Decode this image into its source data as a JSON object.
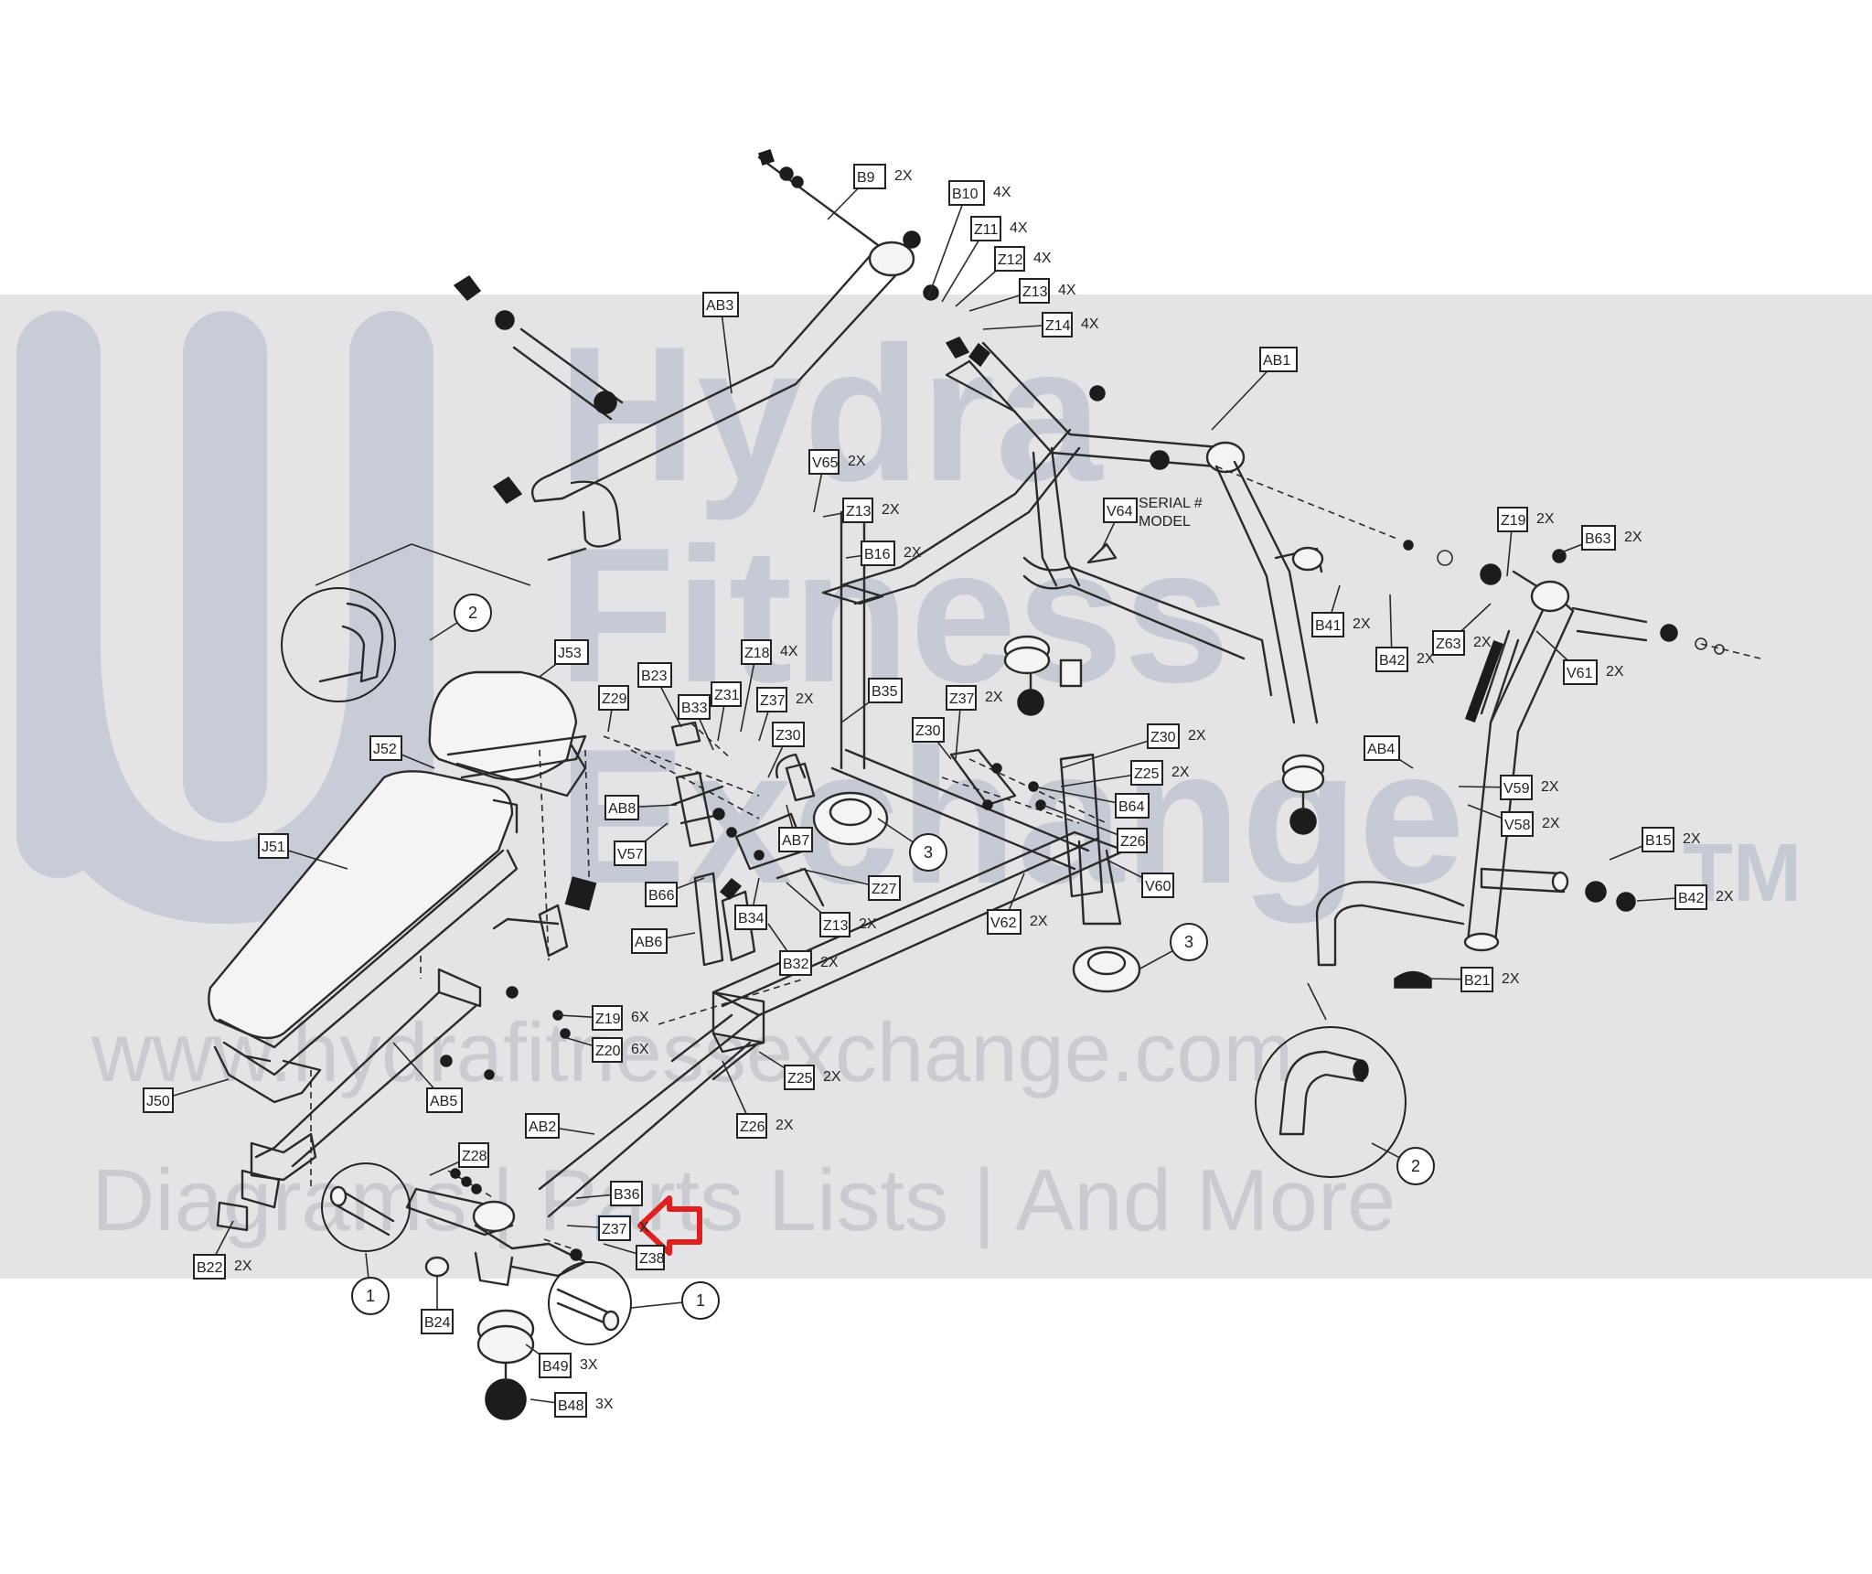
{
  "watermark": {
    "line1": "Hydra",
    "line2": "Fitness",
    "line3": "Exchange",
    "trademark": "TM",
    "url": "www.hydrafitnessexchange.com",
    "tagline": "Diagrams | Parts Lists | And More"
  },
  "serial_plate": {
    "line1": "SERIAL #",
    "line2": "MODEL"
  },
  "callouts": [
    {
      "id": "B9",
      "qty": "2X"
    },
    {
      "id": "B10",
      "qty": "4X"
    },
    {
      "id": "Z11",
      "qty": "4X"
    },
    {
      "id": "Z12",
      "qty": "4X"
    },
    {
      "id": "Z13",
      "qty": "4X"
    },
    {
      "id": "Z14",
      "qty": "4X"
    },
    {
      "id": "AB3",
      "qty": ""
    },
    {
      "id": "AB1",
      "qty": ""
    },
    {
      "id": "V65",
      "qty": "2X"
    },
    {
      "id": "Z13",
      "qty": "2X"
    },
    {
      "id": "B16",
      "qty": "2X"
    },
    {
      "id": "V64",
      "qty": ""
    },
    {
      "id": "Z19",
      "qty": "2X"
    },
    {
      "id": "B63",
      "qty": "2X"
    },
    {
      "id": "B41",
      "qty": "2X"
    },
    {
      "id": "B42",
      "qty": "2X"
    },
    {
      "id": "Z63",
      "qty": "2X"
    },
    {
      "id": "V61",
      "qty": "2X"
    },
    {
      "id": "J53",
      "qty": ""
    },
    {
      "id": "B23",
      "qty": ""
    },
    {
      "id": "Z18",
      "qty": "4X"
    },
    {
      "id": "Z29",
      "qty": ""
    },
    {
      "id": "B33",
      "qty": ""
    },
    {
      "id": "Z31",
      "qty": ""
    },
    {
      "id": "Z37",
      "qty": "2X"
    },
    {
      "id": "B35",
      "qty": ""
    },
    {
      "id": "Z37",
      "qty": "2X"
    },
    {
      "id": "J52",
      "qty": ""
    },
    {
      "id": "Z30",
      "qty": ""
    },
    {
      "id": "Z30",
      "qty": ""
    },
    {
      "id": "Z30",
      "qty": "2X"
    },
    {
      "id": "Z25",
      "qty": "2X"
    },
    {
      "id": "AB4",
      "qty": ""
    },
    {
      "id": "V59",
      "qty": "2X"
    },
    {
      "id": "V58",
      "qty": "2X"
    },
    {
      "id": "AB8",
      "qty": ""
    },
    {
      "id": "AB7",
      "qty": ""
    },
    {
      "id": "B64",
      "qty": ""
    },
    {
      "id": "Z26",
      "qty": ""
    },
    {
      "id": "J51",
      "qty": ""
    },
    {
      "id": "V57",
      "qty": ""
    },
    {
      "id": "B15",
      "qty": "2X"
    },
    {
      "id": "V60",
      "qty": ""
    },
    {
      "id": "B66",
      "qty": ""
    },
    {
      "id": "Z27",
      "qty": ""
    },
    {
      "id": "B42",
      "qty": "2X"
    },
    {
      "id": "B34",
      "qty": ""
    },
    {
      "id": "Z13",
      "qty": "2X"
    },
    {
      "id": "V62",
      "qty": "2X"
    },
    {
      "id": "AB6",
      "qty": ""
    },
    {
      "id": "B32",
      "qty": "2X"
    },
    {
      "id": "B21",
      "qty": "2X"
    },
    {
      "id": "Z19",
      "qty": "6X"
    },
    {
      "id": "Z20",
      "qty": "6X"
    },
    {
      "id": "Z25",
      "qty": "2X"
    },
    {
      "id": "J50",
      "qty": ""
    },
    {
      "id": "AB5",
      "qty": ""
    },
    {
      "id": "Z26",
      "qty": "2X"
    },
    {
      "id": "AB2",
      "qty": ""
    },
    {
      "id": "Z28",
      "qty": ""
    },
    {
      "id": "B36",
      "qty": ""
    },
    {
      "id": "Z37",
      "qty": "X"
    },
    {
      "id": "Z38",
      "qty": ""
    },
    {
      "id": "B22",
      "qty": "2X"
    },
    {
      "id": "B24",
      "qty": ""
    },
    {
      "id": "B49",
      "qty": "3X"
    },
    {
      "id": "B48",
      "qty": "3X"
    }
  ],
  "detail_markers": [
    "2",
    "3",
    "3",
    "2",
    "1",
    "1"
  ]
}
